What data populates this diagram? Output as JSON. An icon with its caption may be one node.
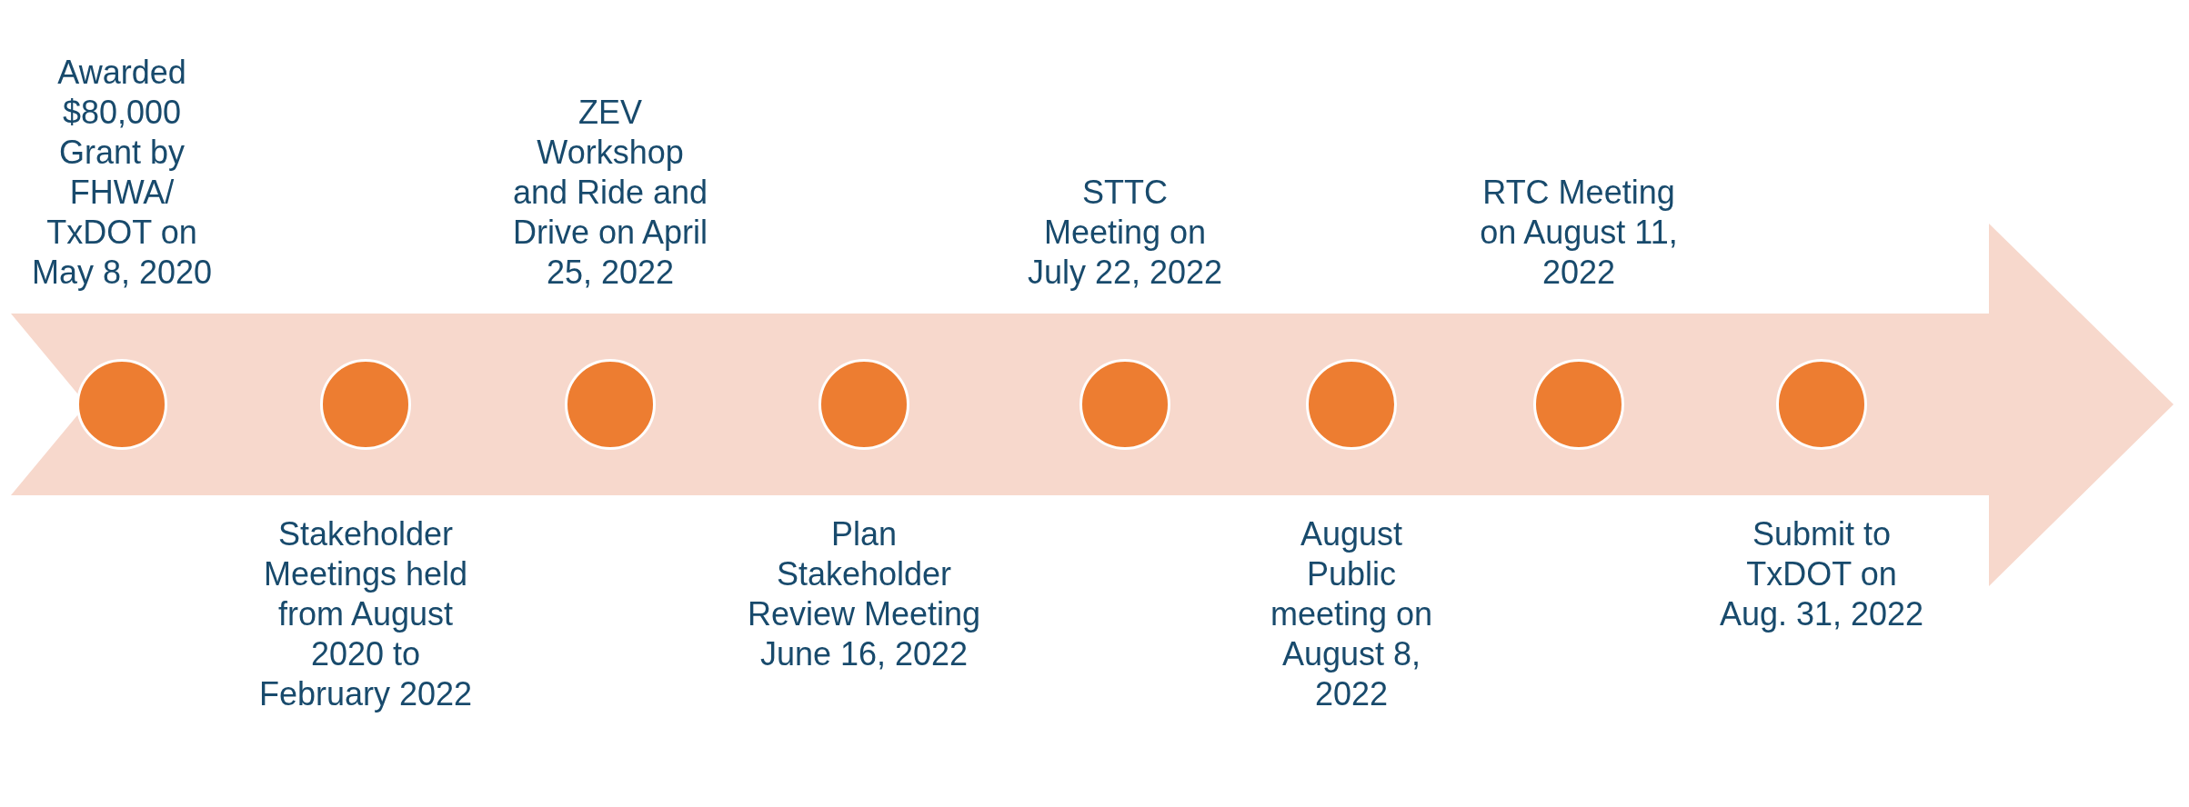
{
  "diagram": {
    "nodes": [
      {
        "text": [],
        "shape": "circle",
        "beside": [
          "Awarded $80,000 Grant by FHWA/ TxDOT on May 8, 2020"
        ]
      },
      {
        "text": [],
        "shape": "circle",
        "beside": [
          "Stakeholder Meetings held from August 2020 to February 2022"
        ]
      },
      {
        "text": [],
        "shape": "circle",
        "beside": [
          "ZEV Workshop and Ride and Drive on April 25, 2022"
        ]
      },
      {
        "text": [],
        "shape": "circle",
        "beside": [
          "Plan Stakeholder Review Meeting June 16, 2022"
        ]
      },
      {
        "text": [],
        "shape": "circle",
        "beside": [
          "STTC Meeting on July 22, 2022"
        ]
      },
      {
        "text": [],
        "shape": "circle",
        "beside": [
          "August Public meeting on August 8, 2022"
        ]
      },
      {
        "text": [],
        "shape": "circle",
        "beside": [
          "RTC Meeting on August 11, 2022"
        ]
      },
      {
        "text": [],
        "shape": "circle",
        "beside": [
          "Submit to TxDOT on Aug. 31, 2022"
        ]
      }
    ]
  }
}
